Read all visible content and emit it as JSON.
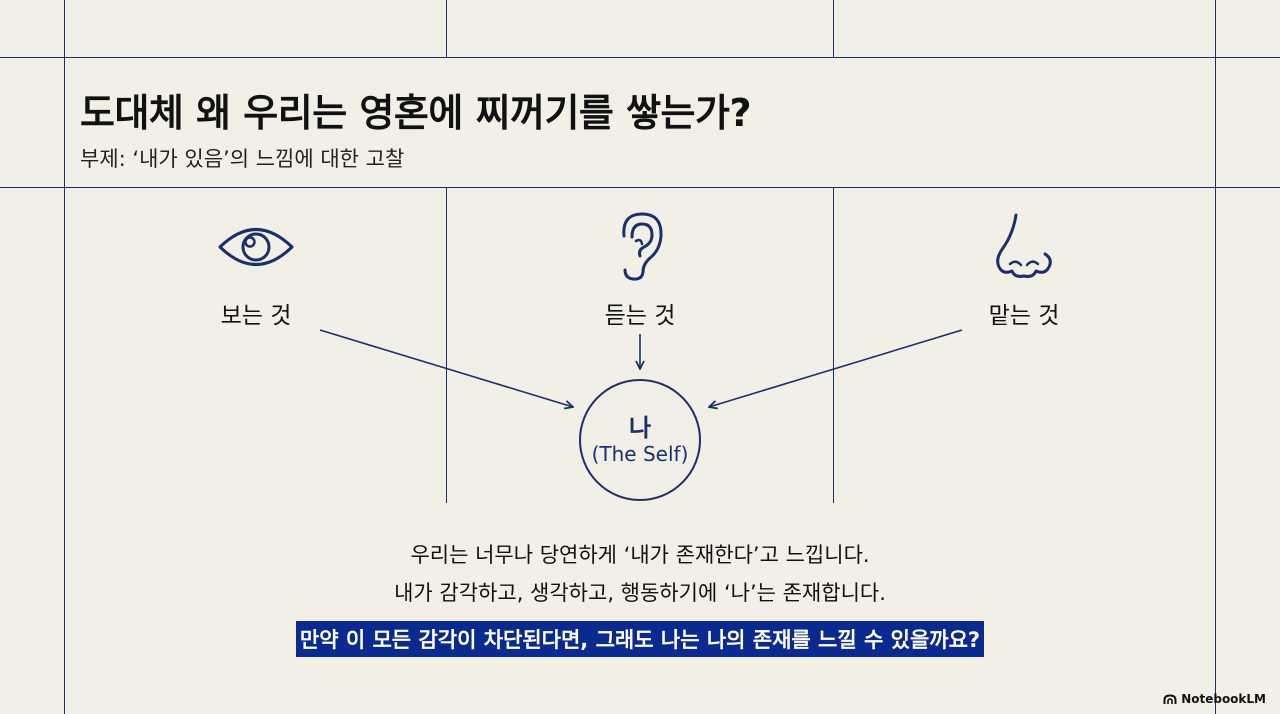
{
  "header": {
    "title": "도대체 왜 우리는 영혼에 찌꺼기를 쌓는가?",
    "subtitle": "부제: ‘내가 있음’의 느낌에 대한 고찰"
  },
  "senses": [
    {
      "label": "보는 것",
      "icon": "eye-icon"
    },
    {
      "label": "듣는 것",
      "icon": "ear-icon"
    },
    {
      "label": "맡는 것",
      "icon": "nose-icon"
    }
  ],
  "self": {
    "label": "나",
    "sublabel": "(The Self)"
  },
  "body": {
    "line1": "우리는 너무나 당연하게 ‘내가 존재한다’고 느낍니다.",
    "line2": "내가 감각하고, 생각하고, 행동하기에 ‘나’는 존재합니다.",
    "highlight": "만약 이 모든 감각이 차단된다면, 그래도 나는 나의 존재를 느낄 수 있을까요?"
  },
  "brand": {
    "name": "NotebookLM",
    "icon": "notebooklm-logo-icon"
  },
  "colors": {
    "accent": "#1a2f6e",
    "highlight_bg": "#0a2a8f",
    "background": "#f1efe6"
  }
}
